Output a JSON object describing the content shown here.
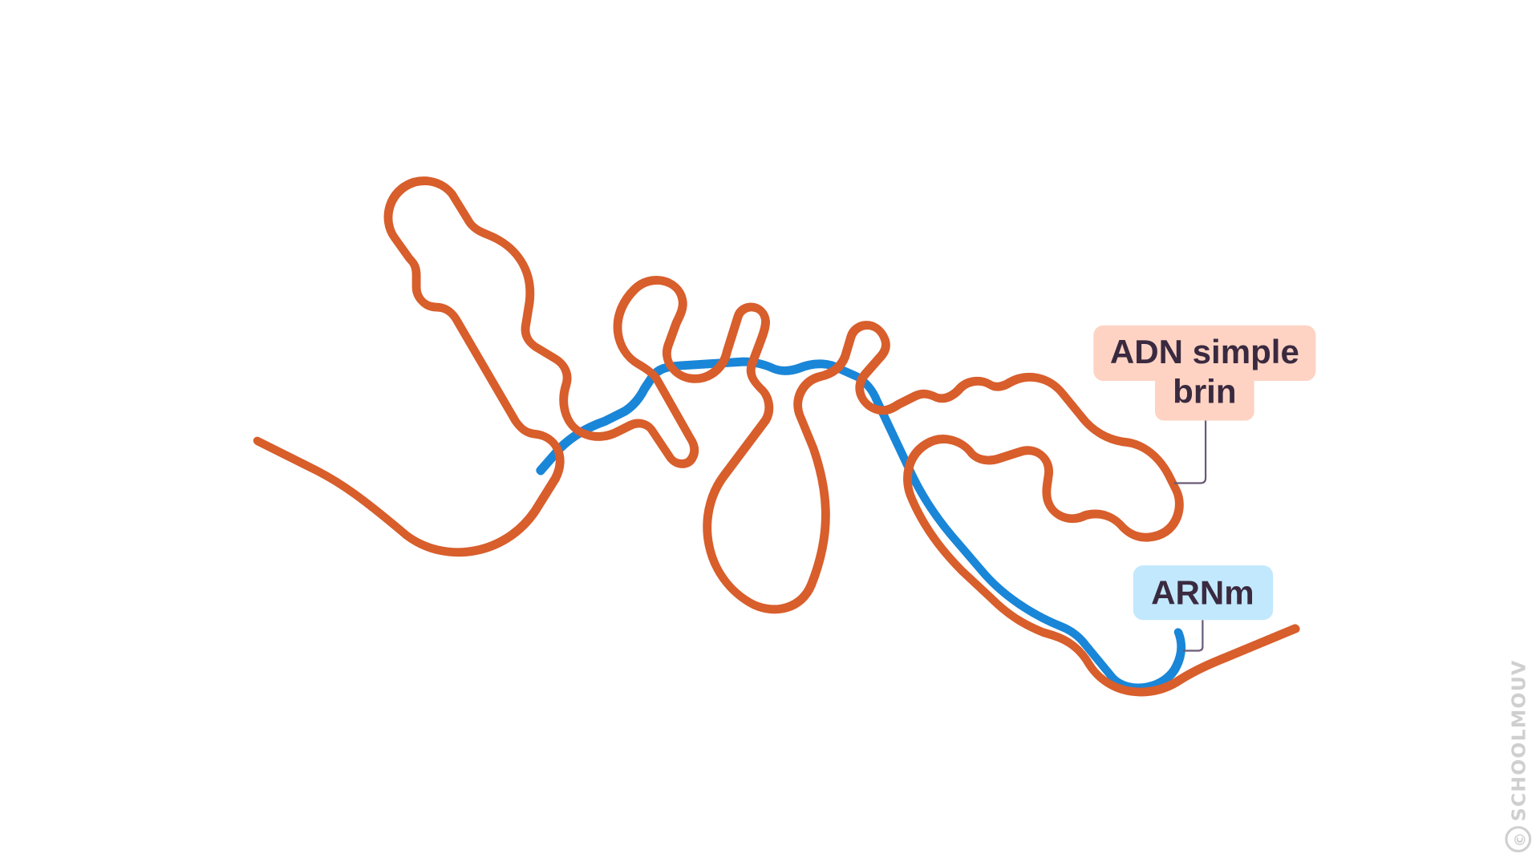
{
  "labels": {
    "dna": {
      "line1": "ADN simple",
      "line2": "brin"
    },
    "mrna": "ARNm"
  },
  "watermark": {
    "text": "SCHOOLMOUV",
    "symbol": "©"
  },
  "colors": {
    "dna_stroke": "#f08a5a",
    "dna_outline": "#d85e2c",
    "rna_stroke": "#35aef5",
    "rna_outline": "#1a86d8",
    "dna_label_bg": "#fed3c3",
    "rna_label_bg": "#c2e8fd",
    "leader": "#6b5a78",
    "text": "#3a2a40"
  }
}
